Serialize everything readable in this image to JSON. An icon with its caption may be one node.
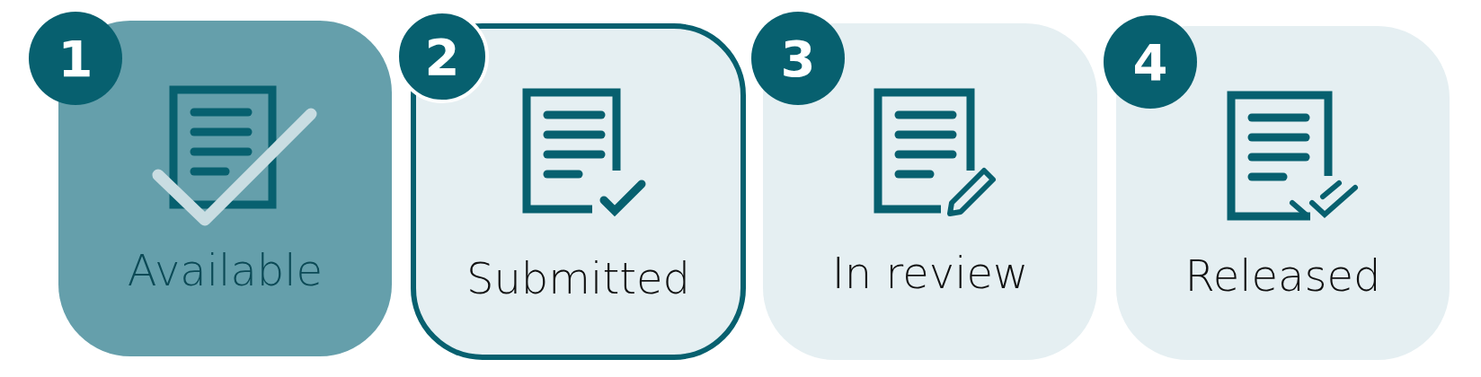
{
  "diagram": {
    "nodes": [
      {
        "text": [
          "1"
        ]
      },
      {
        "text": [
          "Available"
        ]
      },
      {
        "text": [
          "2"
        ]
      },
      {
        "text": [
          "Submitted"
        ]
      },
      {
        "text": [
          "3"
        ]
      },
      {
        "text": [
          "In review"
        ]
      },
      {
        "text": [
          "4"
        ]
      },
      {
        "text": [
          "Released"
        ]
      }
    ]
  }
}
